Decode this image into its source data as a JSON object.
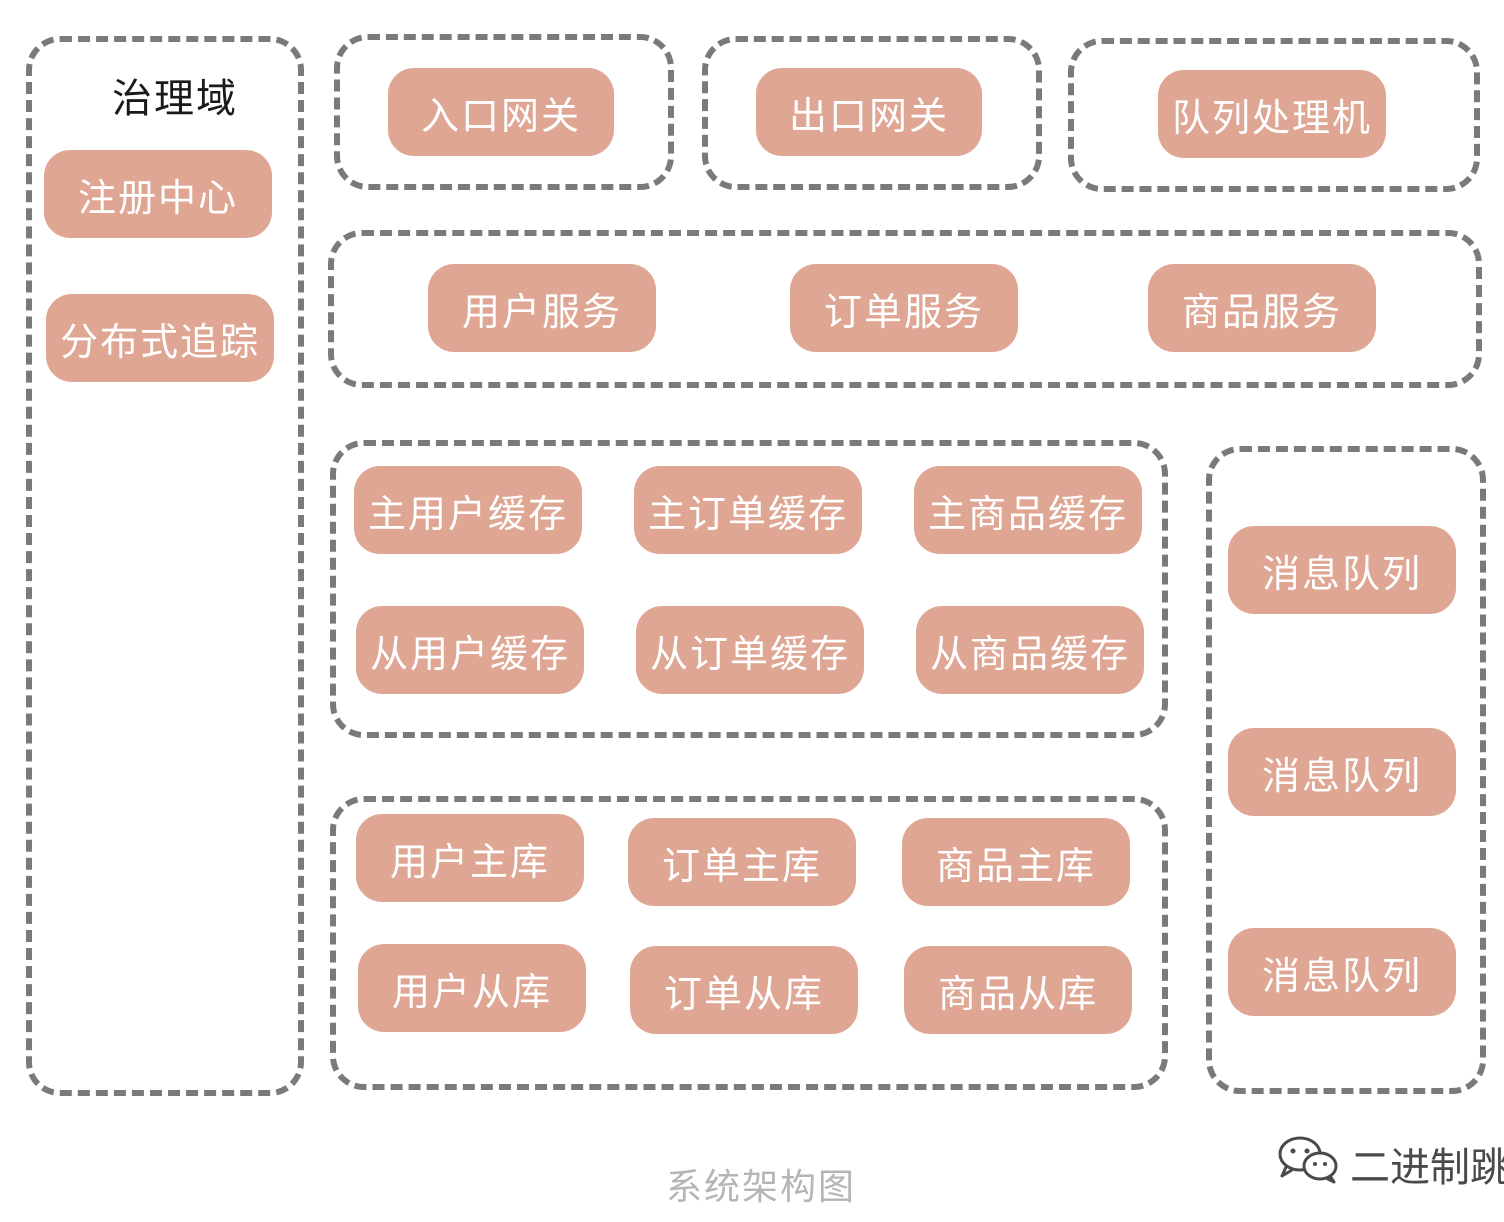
{
  "governance": {
    "title": "治理域",
    "nodes": [
      "注册中心",
      "分布式追踪"
    ]
  },
  "gateways": {
    "entry": "入口网关",
    "exit": "出口网关",
    "queue_processor": "队列处理机"
  },
  "services": [
    "用户服务",
    "订单服务",
    "商品服务"
  ],
  "caches": {
    "master": [
      "主用户缓存",
      "主订单缓存",
      "主商品缓存"
    ],
    "slave": [
      "从用户缓存",
      "从订单缓存",
      "从商品缓存"
    ]
  },
  "databases": {
    "master": [
      "用户主库",
      "订单主库",
      "商品主库"
    ],
    "slave": [
      "用户从库",
      "订单从库",
      "商品从库"
    ]
  },
  "message_queues": [
    "消息队列",
    "消息队列",
    "消息队列"
  ],
  "caption": "系统架构图",
  "watermark": "二进制跳"
}
